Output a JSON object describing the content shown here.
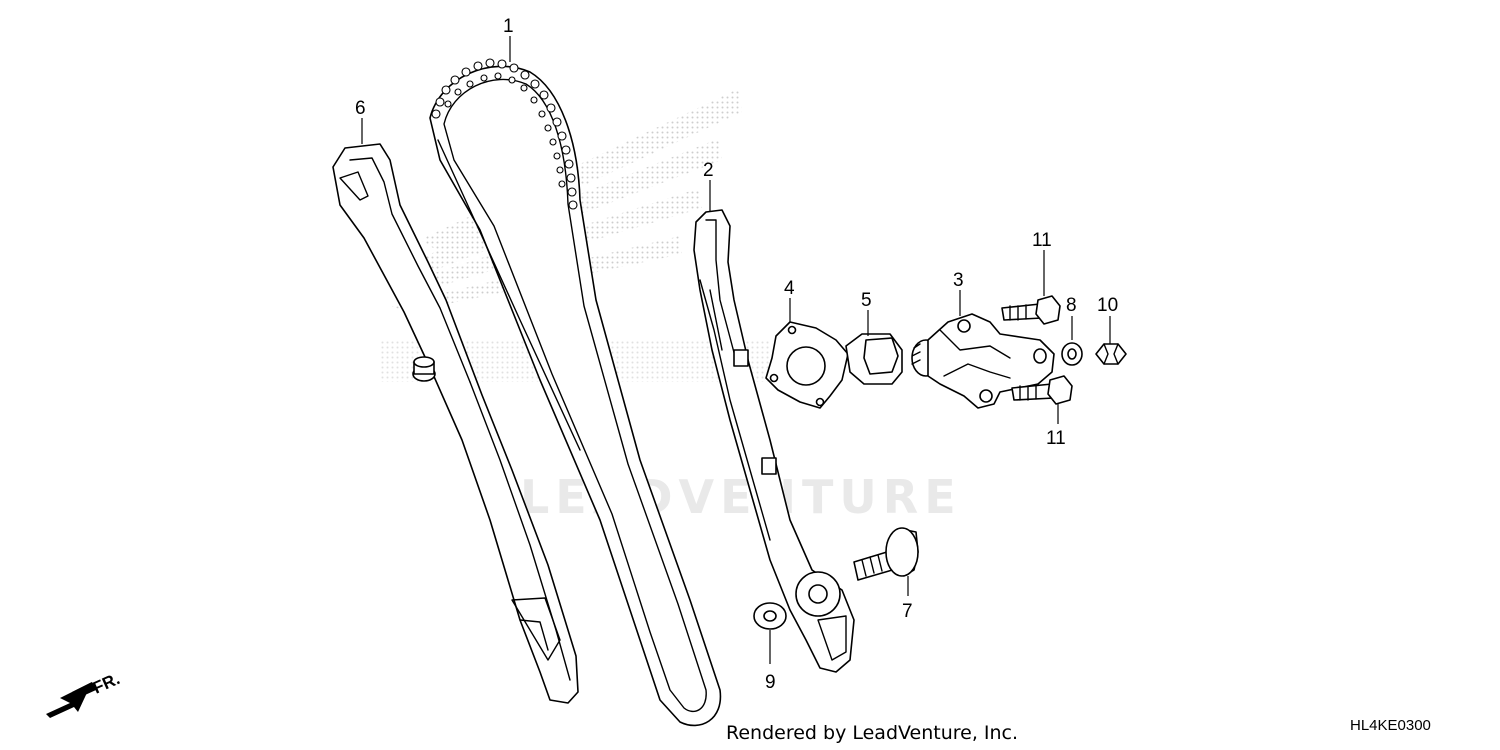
{
  "diagram": {
    "callouts": {
      "c1": "1",
      "c2": "2",
      "c3": "3",
      "c4": "4",
      "c5": "5",
      "c6": "6",
      "c7": "7",
      "c8": "8",
      "c9": "9",
      "c10": "10",
      "c11_top": "11",
      "c11_bottom": "11"
    },
    "direction_label": "FR.",
    "diagram_code": "HL4KE0300",
    "credit": "Rendered by LeadVenture, Inc.",
    "watermark": "LEADVENTURE"
  },
  "colors": {
    "line": "#000000",
    "background": "#ffffff",
    "watermark": "#e9e9e9",
    "wing_dots": "#c8c8c8"
  }
}
